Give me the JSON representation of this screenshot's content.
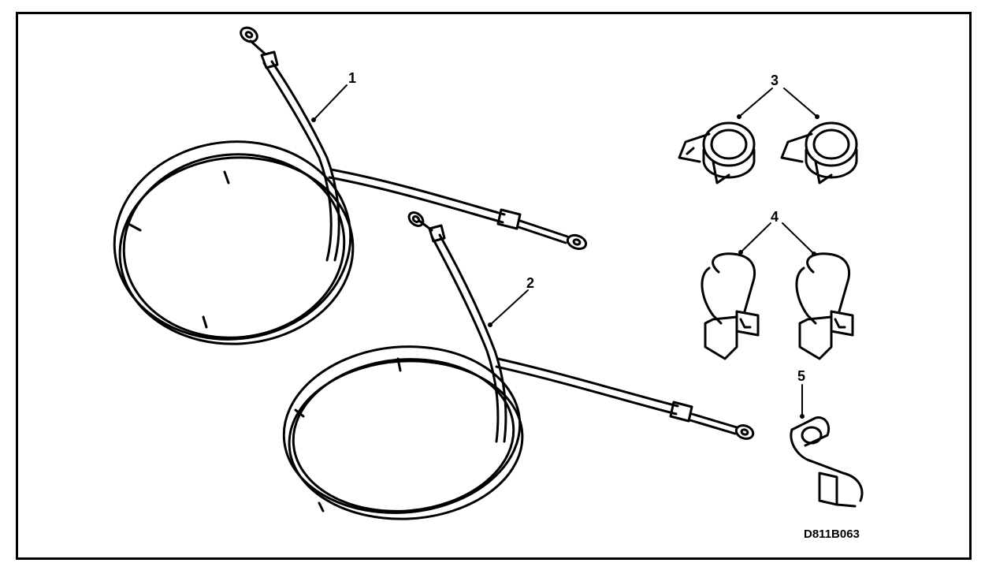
{
  "callouts": {
    "c1": "1",
    "c2": "2",
    "c3": "3",
    "c4": "4",
    "c5": "5"
  },
  "figure_code": "D811B063",
  "colors": {
    "line": "#000000",
    "background": "#ffffff"
  }
}
